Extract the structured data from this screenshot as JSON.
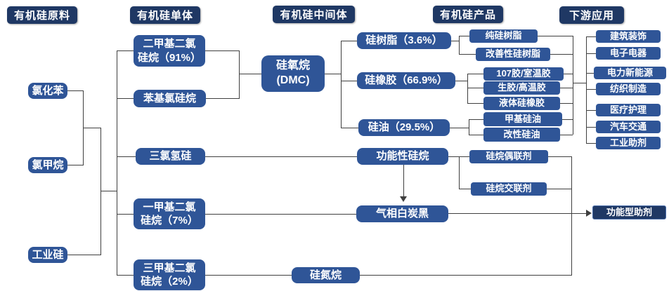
{
  "headers": {
    "raw_materials": "有机硅原料",
    "monomers": "有机硅单体",
    "intermediates": "有机硅中间体",
    "products": "有机硅产品",
    "downstream": "下游应用"
  },
  "raw_materials": {
    "chlorobenzene": "氯化苯",
    "methyl_chloride": "氯甲烷",
    "industrial_silicon": "工业硅"
  },
  "monomers": {
    "dimethyl_dichlorosilane": "二甲基二氯\n硅烷（91%）",
    "phenyl_chlorosilane": "苯基氯硅烷",
    "trichlorosilane": "三氯氢硅",
    "methyl_dichlorosilane": "一甲基二氯\n硅烷（7%）",
    "trimethyl_dichlorosilane": "三甲基二氯\n硅烷（2%）"
  },
  "intermediates": {
    "siloxane_dmc": "硅氧烷\n(DMC)",
    "functional_silane": "功能性硅烷",
    "fumed_silica": "气相白炭黑",
    "silazane": "硅氮烷"
  },
  "products": {
    "silicone_resin": "硅树脂（3.6%）",
    "silicone_rubber": "硅橡胶（66.9%）",
    "silicone_oil": "硅油（29.5%）",
    "pure_silicone_resin": "纯硅树脂",
    "modified_silicone_resin": "改善性硅树脂",
    "glue_107_room_temp": "107胶/室温胶",
    "raw_gum_high_temp": "生胶/高温胶",
    "liquid_silicone_rubber": "液体硅橡胶",
    "methyl_silicone_oil": "甲基硅油",
    "modified_silicone_oil": "改性硅油",
    "silane_coupling_agent": "硅烷偶联剂",
    "silane_crosslinking_agent": "硅烷交联剂"
  },
  "downstream": {
    "construction": "建筑装饰",
    "electronics": "电子电器",
    "power_new_energy": "电力新能源",
    "textile": "纺织制造",
    "medical": "医疗护理",
    "automotive": "汽车交通",
    "industrial_additives": "工业助剂",
    "functional_additives": "功能型助剂"
  },
  "colors": {
    "header_bg": "#1F3864",
    "node_bg": "#2F5597",
    "connector": "#3F3F3F",
    "text": "#FFFFFF"
  }
}
